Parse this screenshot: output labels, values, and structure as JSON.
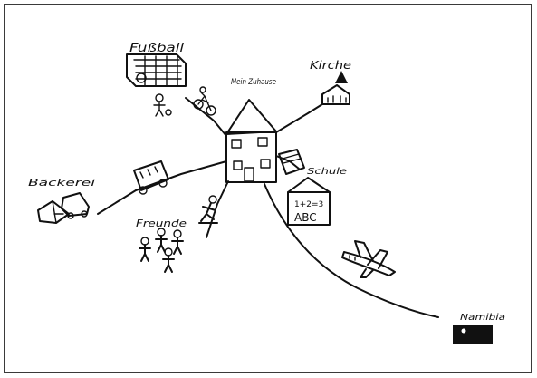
{
  "drawing": {
    "labels": {
      "home": "Mein Zuhause",
      "football": "Fußball",
      "church": "Kirche",
      "school": "Schule",
      "bakery": "Bäckerei",
      "friends": "Freunde",
      "namibia": "Namibia",
      "board_math": "1+2=3",
      "board_abc": "ABC"
    }
  }
}
